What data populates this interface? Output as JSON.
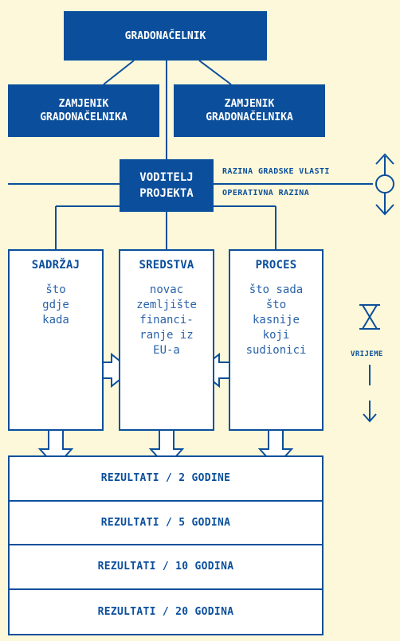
{
  "top": {
    "mayor": "GRADONAČELNIK",
    "deputy_left": "ZAMJENIK\nGRADONAČELNIKA",
    "deputy_right": "ZAMJENIK\nGRADONAČELNIKA",
    "project_lead": "VODITELJ\nPROJEKTA"
  },
  "levels": {
    "city": "RAZINA GRADSKE VLASTI",
    "operative": "OPERATIVNA RAZINA"
  },
  "columns": [
    {
      "title": "SADRŽAJ",
      "items": "što\ngdje\nkada"
    },
    {
      "title": "SREDSTVA",
      "items": "novac\nzemljište\nfinanci-\nranje iz\nEU-a"
    },
    {
      "title": "PROCES",
      "items": "što sada\nšto\nkasnije\nkoji\nsudionici"
    }
  ],
  "time_label": "VRIJEME",
  "results": [
    "REZULTATI / 2 GODINE",
    "REZULTATI / 5 GODINA",
    "REZULTATI / 10 GODINA",
    "REZULTATI / 20 GODINA"
  ],
  "colors": {
    "primary": "#0b4f9c",
    "background": "#fdf8d9"
  }
}
